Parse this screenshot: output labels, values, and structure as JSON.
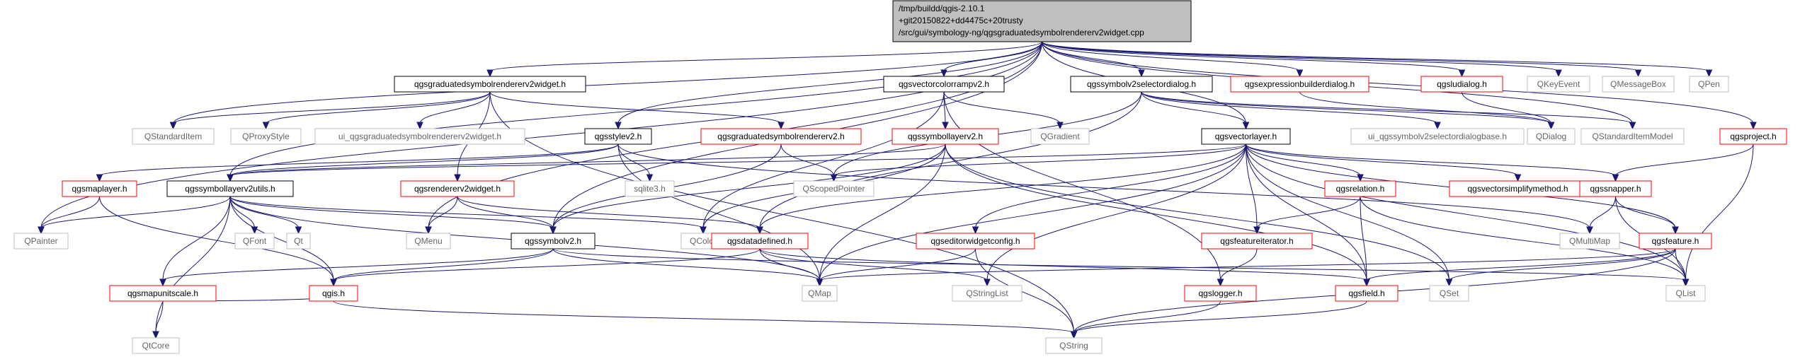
{
  "diagram": {
    "title": "",
    "colors": {
      "edge": "#191970",
      "root_fill": "#bfbfbf",
      "documented_border": "#000000",
      "red_border": "#ff0000",
      "external_border": "#bfbfbf",
      "external_text": "#666666"
    },
    "root": {
      "id": "root",
      "lines": [
        "/tmp/buildd/qgis-2.10.1",
        "+git20150822+dd4475c+20trusty",
        "/src/gui/symbology-ng/qgsgraduatedsymbolrendererv2widget.cpp"
      ]
    },
    "nodes": [
      {
        "id": "graduatedwidget_h",
        "label": "qgsgraduatedsymbolrendererv2widget.h",
        "kind": "documented"
      },
      {
        "id": "vectorcolorramp",
        "label": "qgsvectorcolorrampv2.h",
        "kind": "documented"
      },
      {
        "id": "symbolselector",
        "label": "qgssymbolv2selectordialog.h",
        "kind": "documented"
      },
      {
        "id": "expressionbuilder",
        "label": "qgsexpressionbuilderdialog.h",
        "kind": "red"
      },
      {
        "id": "ludialog",
        "label": "qgsludialog.h",
        "kind": "red"
      },
      {
        "id": "qkeyevent",
        "label": "QKeyEvent",
        "kind": "gray"
      },
      {
        "id": "qmessagebox",
        "label": "QMessageBox",
        "kind": "gray"
      },
      {
        "id": "qpen",
        "label": "QPen",
        "kind": "gray"
      },
      {
        "id": "qstandarditem",
        "label": "QStandardItem",
        "kind": "gray"
      },
      {
        "id": "qproxystyle",
        "label": "QProxyStyle",
        "kind": "gray"
      },
      {
        "id": "ui_graduated",
        "label": "ui_qgsgraduatedsymbolrendererv2widget.h",
        "kind": "gray"
      },
      {
        "id": "qgsstylev2",
        "label": "qgsstylev2.h",
        "kind": "documented"
      },
      {
        "id": "graduatedrenderer",
        "label": "qgsgraduatedsymbolrendererv2.h",
        "kind": "red"
      },
      {
        "id": "symbollayerv2",
        "label": "qgssymbollayerv2.h",
        "kind": "red"
      },
      {
        "id": "qgradient",
        "label": "QGradient",
        "kind": "gray"
      },
      {
        "id": "vectorlayer",
        "label": "qgsvectorlayer.h",
        "kind": "documented"
      },
      {
        "id": "ui_selectorbase",
        "label": "ui_qgssymbolv2selectordialogbase.h",
        "kind": "gray"
      },
      {
        "id": "qdialog",
        "label": "QDialog",
        "kind": "gray"
      },
      {
        "id": "qstandarditemmodel",
        "label": "QStandardItemModel",
        "kind": "gray"
      },
      {
        "id": "qgsproject",
        "label": "qgsproject.h",
        "kind": "red"
      },
      {
        "id": "maplayer",
        "label": "qgsmaplayer.h",
        "kind": "red"
      },
      {
        "id": "symbollayerutils",
        "label": "qgssymbollayerv2utils.h",
        "kind": "documented"
      },
      {
        "id": "sqlite3",
        "label": "sqlite3.h",
        "kind": "gray"
      },
      {
        "id": "rendererwidget",
        "label": "qgsrendererv2widget.h",
        "kind": "red"
      },
      {
        "id": "qscopedpointer",
        "label": "QScopedPointer",
        "kind": "gray"
      },
      {
        "id": "relation",
        "label": "qgsrelation.h",
        "kind": "red"
      },
      {
        "id": "vectorsimplify",
        "label": "qgsvectorsimplifymethod.h",
        "kind": "red"
      },
      {
        "id": "snapper",
        "label": "qgssnapper.h",
        "kind": "red"
      },
      {
        "id": "qpainter",
        "label": "QPainter",
        "kind": "gray"
      },
      {
        "id": "qfont",
        "label": "QFont",
        "kind": "gray"
      },
      {
        "id": "qt",
        "label": "Qt",
        "kind": "gray"
      },
      {
        "id": "qmenu",
        "label": "QMenu",
        "kind": "gray"
      },
      {
        "id": "symbolv2",
        "label": "qgssymbolv2.h",
        "kind": "documented"
      },
      {
        "id": "qcolor",
        "label": "QColor",
        "kind": "gray"
      },
      {
        "id": "datadefined",
        "label": "qgsdatadefined.h",
        "kind": "red"
      },
      {
        "id": "editorwidget",
        "label": "qgseditorwidgetconfig.h",
        "kind": "red"
      },
      {
        "id": "featureiterator",
        "label": "qgsfeatureiterator.h",
        "kind": "red"
      },
      {
        "id": "qmultimap",
        "label": "QMultiMap",
        "kind": "gray"
      },
      {
        "id": "feature",
        "label": "qgsfeature.h",
        "kind": "red"
      },
      {
        "id": "mapunitscale",
        "label": "qgsmapunitscale.h",
        "kind": "red"
      },
      {
        "id": "qgis",
        "label": "qgis.h",
        "kind": "red"
      },
      {
        "id": "qmap",
        "label": "QMap",
        "kind": "gray"
      },
      {
        "id": "qstringlist",
        "label": "QStringList",
        "kind": "gray"
      },
      {
        "id": "logger",
        "label": "qgslogger.h",
        "kind": "red"
      },
      {
        "id": "field",
        "label": "qgsfield.h",
        "kind": "red"
      },
      {
        "id": "qset",
        "label": "QSet",
        "kind": "gray"
      },
      {
        "id": "qlist",
        "label": "QList",
        "kind": "gray"
      },
      {
        "id": "qtcore",
        "label": "QtCore",
        "kind": "gray"
      },
      {
        "id": "qstring",
        "label": "QString",
        "kind": "gray"
      }
    ],
    "edges": [
      [
        "root",
        "graduatedwidget_h"
      ],
      [
        "root",
        "vectorcolorramp"
      ],
      [
        "root",
        "symbolselector"
      ],
      [
        "root",
        "expressionbuilder"
      ],
      [
        "root",
        "ludialog"
      ],
      [
        "root",
        "qkeyevent"
      ],
      [
        "root",
        "qmessagebox"
      ],
      [
        "root",
        "qpen"
      ],
      [
        "root",
        "qstandarditem"
      ],
      [
        "root",
        "qgsstylev2"
      ],
      [
        "root",
        "vectorlayer"
      ],
      [
        "root",
        "qstandarditemmodel"
      ],
      [
        "root",
        "qgsproject"
      ],
      [
        "root",
        "symbollayerutils"
      ],
      [
        "root",
        "qpainter"
      ],
      [
        "root",
        "qmenu"
      ],
      [
        "root",
        "symbolv2"
      ],
      [
        "graduatedwidget_h",
        "qstandarditem"
      ],
      [
        "graduatedwidget_h",
        "qproxystyle"
      ],
      [
        "graduatedwidget_h",
        "ui_graduated"
      ],
      [
        "graduatedwidget_h",
        "graduatedrenderer"
      ],
      [
        "graduatedwidget_h",
        "rendererwidget"
      ],
      [
        "vectorcolorramp",
        "symbollayerv2"
      ],
      [
        "vectorcolorramp",
        "qgradient"
      ],
      [
        "vectorcolorramp",
        "qcolor"
      ],
      [
        "vectorcolorramp",
        "logger"
      ],
      [
        "symbolselector",
        "vectorlayer"
      ],
      [
        "symbolselector",
        "ui_selectorbase"
      ],
      [
        "symbolselector",
        "qdialog"
      ],
      [
        "symbolselector",
        "qstandarditemmodel"
      ],
      [
        "symbolselector",
        "qscopedpointer"
      ],
      [
        "symbolselector",
        "datadefined"
      ],
      [
        "expressionbuilder",
        "qdialog"
      ],
      [
        "ludialog",
        "qdialog"
      ],
      [
        "qgsstylev2",
        "maplayer"
      ],
      [
        "qgsstylev2",
        "symbollayerutils"
      ],
      [
        "qgsstylev2",
        "sqlite3"
      ],
      [
        "qgsstylev2",
        "qmap"
      ],
      [
        "qgsstylev2",
        "qmultimap"
      ],
      [
        "graduatedrenderer",
        "symbolv2"
      ],
      [
        "graduatedrenderer",
        "qscopedpointer"
      ],
      [
        "symbollayerv2",
        "symbolv2"
      ],
      [
        "symbollayerv2",
        "qcolor"
      ],
      [
        "symbollayerv2",
        "qmap"
      ],
      [
        "symbollayerv2",
        "qset"
      ],
      [
        "symbollayerv2",
        "field"
      ],
      [
        "symbollayerv2",
        "symbollayerutils"
      ],
      [
        "vectorlayer",
        "symbollayerutils"
      ],
      [
        "vectorlayer",
        "qscopedpointer"
      ],
      [
        "vectorlayer",
        "relation"
      ],
      [
        "vectorlayer",
        "vectorsimplify"
      ],
      [
        "vectorlayer",
        "snapper"
      ],
      [
        "vectorlayer",
        "datadefined"
      ],
      [
        "vectorlayer",
        "editorwidget"
      ],
      [
        "vectorlayer",
        "featureiterator"
      ],
      [
        "vectorlayer",
        "feature"
      ],
      [
        "vectorlayer",
        "field"
      ],
      [
        "vectorlayer",
        "qset"
      ],
      [
        "vectorlayer",
        "qlist"
      ],
      [
        "vectorlayer",
        "qmap"
      ],
      [
        "vectorlayer",
        "qstringlist"
      ],
      [
        "qgsproject",
        "snapper"
      ],
      [
        "qgsproject",
        "qlist"
      ],
      [
        "maplayer",
        "qpainter"
      ],
      [
        "maplayer",
        "qgis"
      ],
      [
        "symbollayerutils",
        "qpainter"
      ],
      [
        "symbollayerutils",
        "qfont"
      ],
      [
        "symbollayerutils",
        "qt"
      ],
      [
        "symbollayerutils",
        "qmap"
      ],
      [
        "symbollayerutils",
        "qcolor"
      ],
      [
        "symbollayerutils",
        "symbolv2"
      ],
      [
        "symbollayerutils",
        "mapunitscale"
      ],
      [
        "symbollayerutils",
        "qtcore"
      ],
      [
        "symbollayerutils",
        "qgis"
      ],
      [
        "rendererwidget",
        "qmenu"
      ],
      [
        "rendererwidget",
        "symbolv2"
      ],
      [
        "rendererwidget",
        "datadefined"
      ],
      [
        "relation",
        "featureiterator"
      ],
      [
        "relation",
        "field"
      ],
      [
        "relation",
        "qlist"
      ],
      [
        "snapper",
        "qmultimap"
      ],
      [
        "snapper",
        "feature"
      ],
      [
        "snapper",
        "qlist"
      ],
      [
        "symbolv2",
        "mapunitscale"
      ],
      [
        "symbolv2",
        "qgis"
      ],
      [
        "symbolv2",
        "qmap"
      ],
      [
        "symbolv2",
        "qlist"
      ],
      [
        "datadefined",
        "qgis"
      ],
      [
        "datadefined",
        "qmap"
      ],
      [
        "datadefined",
        "qstringlist"
      ],
      [
        "datadefined",
        "field"
      ],
      [
        "editorwidget",
        "qmap"
      ],
      [
        "editorwidget",
        "qstring"
      ],
      [
        "featureiterator",
        "logger"
      ],
      [
        "feature",
        "field"
      ],
      [
        "feature",
        "qset"
      ],
      [
        "feature",
        "qlist"
      ],
      [
        "feature",
        "qmap"
      ],
      [
        "feature",
        "qstring"
      ],
      [
        "mapunitscale",
        "qtcore"
      ],
      [
        "mapunitscale",
        "qgis"
      ],
      [
        "qgis",
        "qstring"
      ],
      [
        "logger",
        "qstring"
      ],
      [
        "field",
        "qstring"
      ],
      [
        "graduatedwidget_h",
        "qstring"
      ]
    ]
  }
}
